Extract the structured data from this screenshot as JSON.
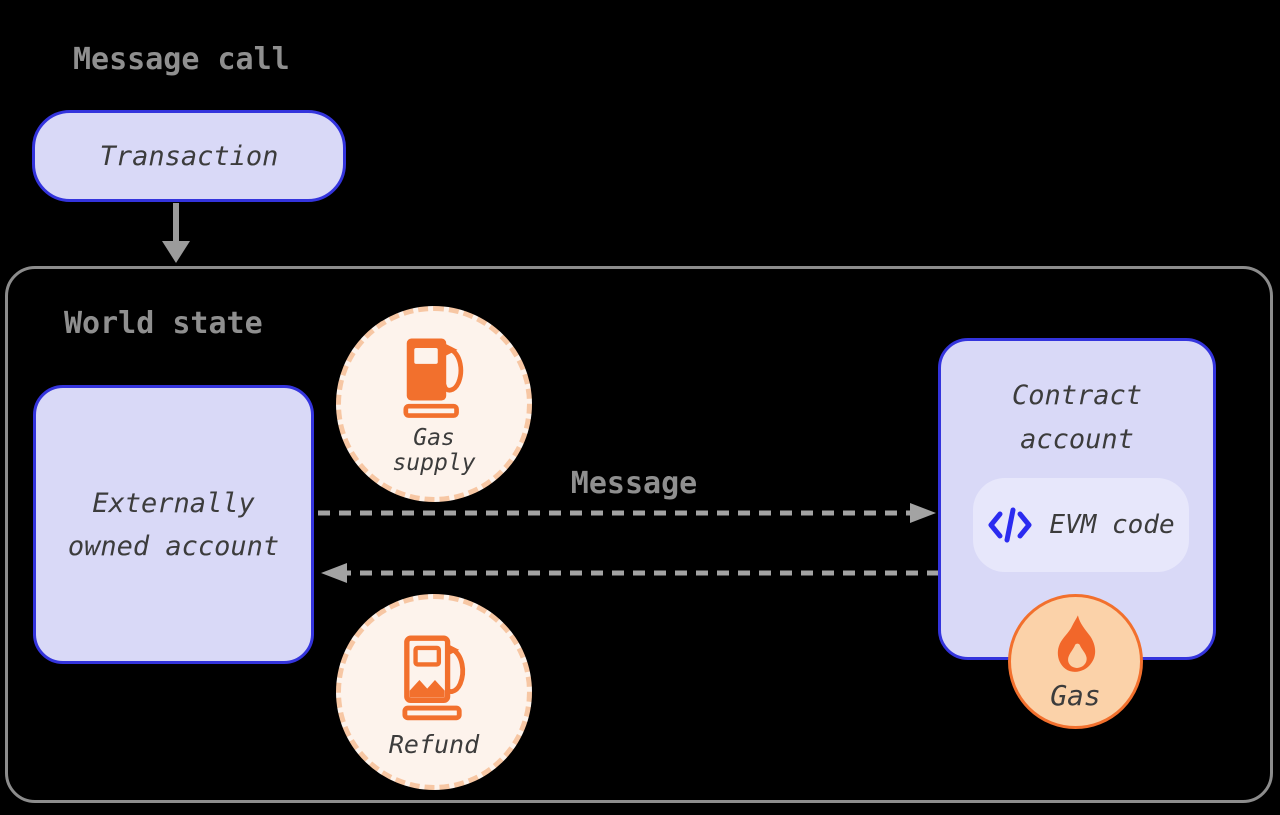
{
  "colors": {
    "background": "#000000",
    "node_fill": "#d9d9f7",
    "node_border_blue": "#3434dd",
    "pill_fill": "#e7e7fb",
    "gray_label": "#8f8f8f",
    "world_state_border": "#8c8c8c",
    "arrow_gray": "#a3a3a3",
    "dark_text": "#3c3c3c",
    "cream_fill": "#fdf3ec",
    "peach_dashed_border": "#f7c7a4",
    "orange_icon": "#f2702d",
    "flame_orange": "#f2672a",
    "gas_badge_fill": "#fbd2a9",
    "code_icon_blue": "#2b2bf0"
  },
  "icons": {
    "gas_supply": "fuel-pump-icon",
    "refund": "fuel-pump-refund-icon",
    "gas_burn": "flame-icon",
    "evm": "code-icon",
    "transaction_flow": "down-arrow-icon",
    "message_flow": "dashed-arrow-right-icon",
    "return_flow": "dashed-arrow-left-icon"
  },
  "diagram": {
    "title": "Message call",
    "transaction": {
      "label": "Transaction"
    },
    "world_state": {
      "label": "World state",
      "eoa": {
        "line1": "Externally",
        "line2": "owned account"
      },
      "gas_supply": {
        "line1": "Gas",
        "line2": "supply"
      },
      "message": {
        "label": "Message"
      },
      "contract": {
        "line1": "Contract",
        "line2": "account",
        "evm_code": "EVM code"
      },
      "gas_burn": {
        "label": "Gas"
      },
      "refund": {
        "label": "Refund"
      }
    }
  }
}
